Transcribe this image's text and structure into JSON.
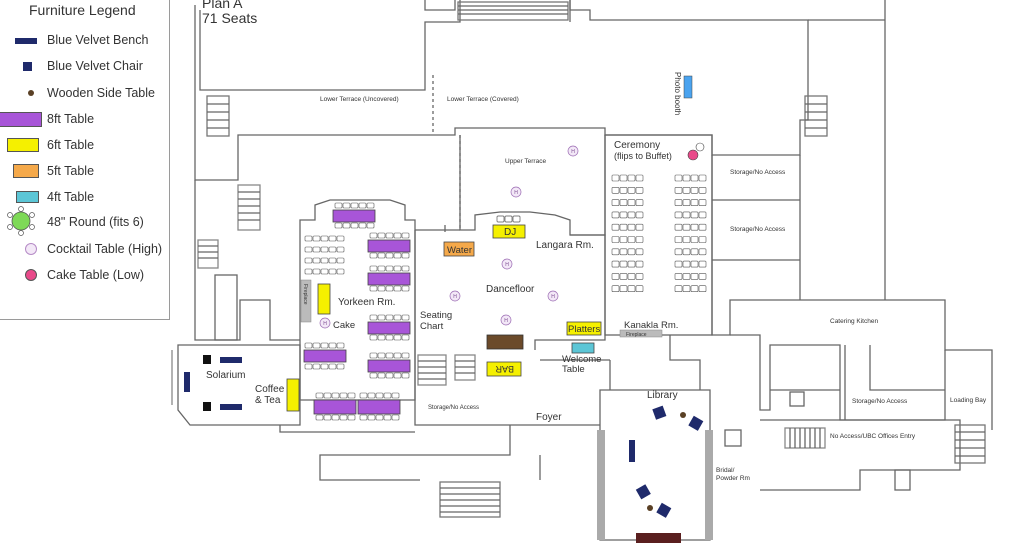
{
  "header": {
    "plan_name": "Plan A",
    "seat_count": "71 Seats"
  },
  "legend": {
    "title": "Furniture Legend",
    "items": [
      {
        "label": "Blue Velvet Bench",
        "color": "#1f2a6b"
      },
      {
        "label": "Blue Velvet Chair",
        "color": "#1f2a6b"
      },
      {
        "label": "Wooden Side Table",
        "color": "#5a4025"
      },
      {
        "label": "8ft Table",
        "color": "#a855d8"
      },
      {
        "label": "6ft Table",
        "color": "#f5f000"
      },
      {
        "label": "5ft Table",
        "color": "#f5a94a"
      },
      {
        "label": "4ft Table",
        "color": "#5cc6d6"
      },
      {
        "label": "48\" Round (fits 6)",
        "color": "#7ed957"
      },
      {
        "label": "Cocktail Table (High)",
        "color": "#d8b6e6"
      },
      {
        "label": "Cake Table (Low)",
        "color": "#e94a8a"
      }
    ]
  },
  "rooms": {
    "lower_terrace_uncovered": "Lower Terrace (Uncovered)",
    "lower_terrace_covered": "Lower Terrace (Covered)",
    "upper_terrace": "Upper Terrace",
    "photo_booth": "Photo booth",
    "ceremony": "Ceremony",
    "ceremony_note": "(flips to Buffet)",
    "storage_1": "Storage/No Access",
    "storage_2": "Storage/No Access",
    "storage_3": "Storage/No Access",
    "storage_4": "Storage/No Access",
    "langara": "Langara Rm.",
    "dancefloor": "Dancefloor",
    "dj": "DJ",
    "water": "Water",
    "yorkeen": "Yorkeen Rm.",
    "cake": "Cake",
    "seating_chart_1": "Seating",
    "seating_chart_2": "Chart",
    "platters": "Platters",
    "kanakla": "Kanakla Rm.",
    "fireplace_1": "Fireplace",
    "fireplace_2": "Fireplace",
    "welcome_1": "Welcome",
    "welcome_2": "Table",
    "bar": "BAR",
    "solarium": "Solarium",
    "coffee_1": "Coffee",
    "coffee_2": "& Tea",
    "foyer": "Foyer",
    "library": "Library",
    "catering_kitchen": "Catering Kitchen",
    "loading_bay": "Loading Bay",
    "no_access_ubc": "No Access/UBC Offices Entry",
    "bridal_1": "Bridal/",
    "bridal_2": "Powder Rm",
    "h_mark": "H"
  }
}
